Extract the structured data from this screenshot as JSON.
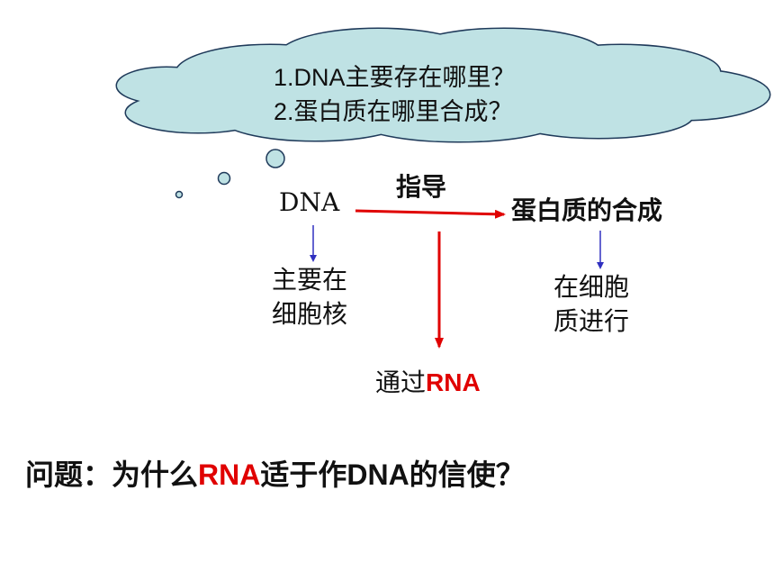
{
  "cloud": {
    "question1": "1.DNA主要存在哪里？",
    "question2": "2.蛋白质在哪里合成？",
    "fill": "#bfe2e4",
    "stroke": "#1f3a5a"
  },
  "diagram": {
    "dna": "DNA",
    "guide": "指导",
    "protein_synthesis": "蛋白质的合成",
    "dna_location": [
      "主要在",
      "细胞核"
    ],
    "protein_location": [
      "在细胞",
      "质进行"
    ],
    "via_prefix": "通过",
    "via_rna": "RNA",
    "arrow_color": "#e00000",
    "small_arrow_color": "#3030c0"
  },
  "question": {
    "prefix": "问题：为什么",
    "rna": "RNA",
    "middle": "适于作",
    "dna": "DNA",
    "suffix": "的信使？"
  }
}
